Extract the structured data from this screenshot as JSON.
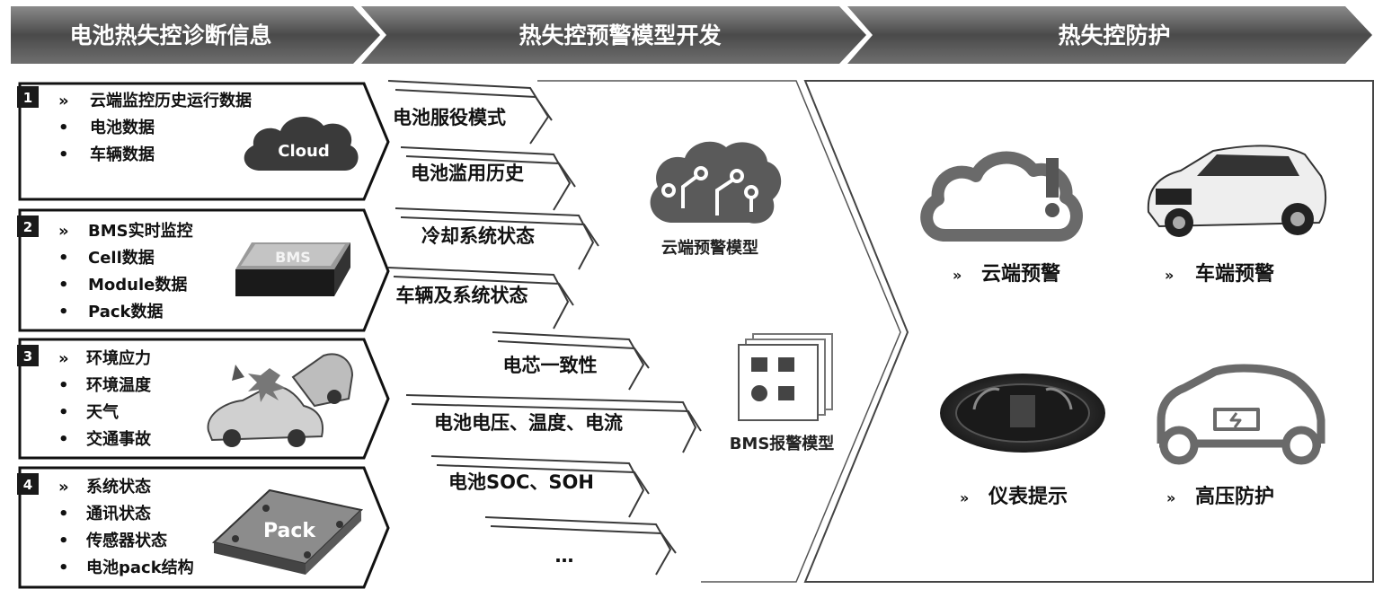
{
  "headers": [
    "电池热失控诊断信息",
    "热失控预警模型开发",
    "热失控防护"
  ],
  "sources": [
    {
      "num": "1",
      "items": [
        "云端监控历史运行数据",
        "电池数据",
        "车辆数据"
      ],
      "icon_label": "Cloud"
    },
    {
      "num": "2",
      "items": [
        "BMS实时监控",
        "Cell数据",
        "Module数据",
        "Pack数据"
      ],
      "icon_label": "BMS"
    },
    {
      "num": "3",
      "items": [
        "环境应力",
        "环境温度",
        "天气",
        "交通事故"
      ]
    },
    {
      "num": "4",
      "items": [
        "系统状态",
        "通讯状态",
        "传感器状态",
        "电池pack结构"
      ],
      "icon_label": "Pack"
    }
  ],
  "bullets": {
    "first": "»",
    "other": "•"
  },
  "streams": [
    "电池服役模式",
    "电池滥用历史",
    "冷却系统状态",
    "车辆及系统状态",
    "电芯一致性",
    "电池电压、温度、电流",
    "电池SOC、SOH",
    "…"
  ],
  "models": [
    "云端预警模型",
    "BMS报警模型"
  ],
  "protections": [
    "云端预警",
    "车端预警",
    "仪表提示",
    "高压防护"
  ],
  "icons": [
    "cloud-icon",
    "bms-module-icon",
    "car-crash-icon",
    "battery-pack-icon",
    "ai-brain-icon",
    "app-window-icon",
    "cloud-alert-icon",
    "suv-car-icon",
    "instrument-cluster-icon",
    "electric-car-icon"
  ]
}
